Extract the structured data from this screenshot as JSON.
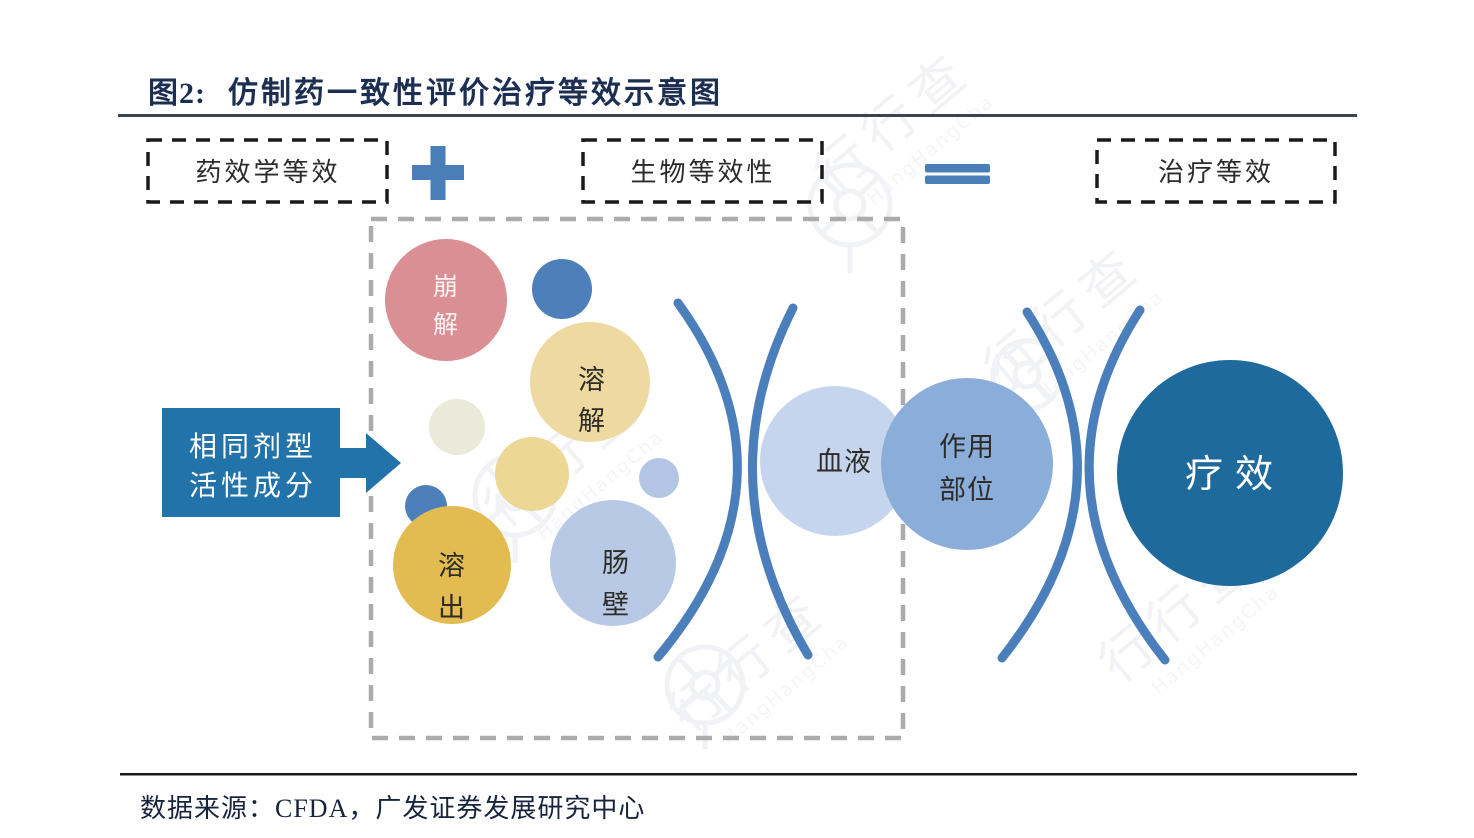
{
  "title": {
    "prefix": "图2:",
    "text": "仿制药一致性评价治疗等效示意图"
  },
  "equation_row": {
    "pharmacodynamic_label": "药效学等效",
    "plus_symbol": "+",
    "bioequivalence_label": "生物等效性",
    "equals_symbol": "=",
    "therapeutic_label": "治疗等效"
  },
  "input_box": {
    "line1": "相同剂型",
    "line2": "活性成分"
  },
  "process_circles": {
    "disintegration": {
      "line1": "崩",
      "line2": "解"
    },
    "dissolution": {
      "line1": "溶",
      "line2": "解"
    },
    "release": {
      "line1": "溶",
      "line2": "出"
    },
    "intestinal_wall": {
      "line1": "肠",
      "line2": "壁"
    }
  },
  "result_circles": {
    "blood_label": "血液",
    "action_site": {
      "line1": "作用",
      "line2": "部位"
    },
    "efficacy_label": "疗效"
  },
  "watermark": {
    "cn": "行行查",
    "en": "HangHangCha"
  },
  "source_note": "数据来源：CFDA，广发证券发展研究中心",
  "colors": {
    "title_navy": "#1c2f52",
    "accent_blue": "#2273a9",
    "symbol_blue": "#4a7eb8",
    "small_circle_blue": "#4d80bb",
    "membrane_blue": "#4b7fbb",
    "efficacy_blue": "#1e6a9d",
    "blood_light_blue": "#c5d5ed",
    "action_site_blue": "#8badda",
    "intestinal_wall_blue": "#b7c9e4",
    "small_light_blue": "#b3c4e4",
    "disintegration_pink": "#d98f93",
    "dissolution_light_gold": "#eed9a1",
    "release_gold": "#e3bc51",
    "cream": "#e9ead9",
    "inner_box_dash_gray": "#ababab",
    "outer_box_dash_black": "#1a1a1a"
  }
}
